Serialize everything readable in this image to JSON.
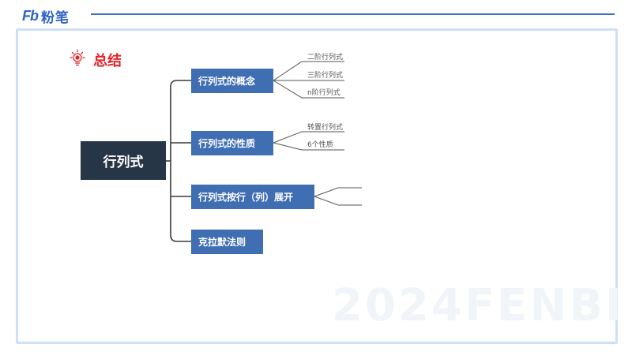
{
  "brand": {
    "logo_mark": "Fb",
    "logo_text": "粉笔"
  },
  "summary": {
    "icon": "lightbulb-icon",
    "title": "总结"
  },
  "mindmap": {
    "root": "行列式",
    "branches": [
      {
        "label": "行列式的概念",
        "children": [
          "二阶行列式",
          "三阶行列式",
          "n阶行列式"
        ]
      },
      {
        "label": "行列式的性质",
        "children": [
          "转置行列式",
          "6个性质"
        ]
      },
      {
        "label": "行列式按行（列）展开",
        "children": [
          "",
          ""
        ]
      },
      {
        "label": "克拉默法则",
        "children": []
      }
    ]
  },
  "watermark": "2024FENBI",
  "colors": {
    "root_bg": "#273646",
    "node_bg": "#3f6eb3",
    "accent": "#e0262a",
    "brand": "#2f64c8"
  }
}
